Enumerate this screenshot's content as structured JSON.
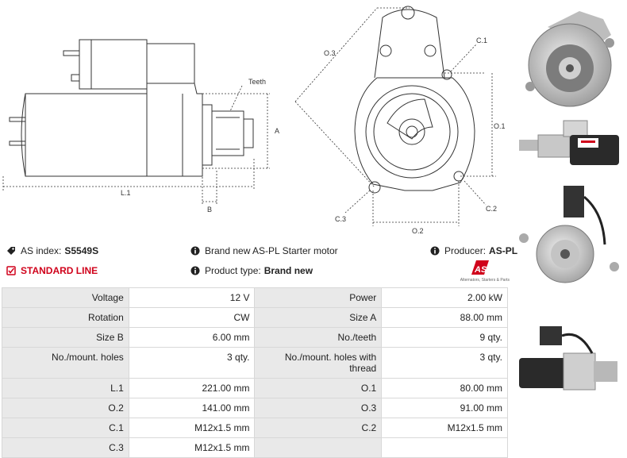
{
  "drawing": {
    "labels": {
      "teeth": "Teeth",
      "a": "A",
      "l1": "L.1",
      "b": "B",
      "o3": "O.3",
      "c1": "C.1",
      "o1": "O.1",
      "c2": "C.2",
      "c3": "C.3",
      "o2": "O.2"
    }
  },
  "info": {
    "as_index_label": "AS index:",
    "as_index_value": "S5549S",
    "standard_line": "STANDARD LINE",
    "description": "Brand new AS-PL Starter motor",
    "product_type_label": "Product type:",
    "product_type_value": "Brand new",
    "producer_label": "Producer:",
    "producer_value": "AS-PL"
  },
  "logo": {
    "mark": "AS",
    "tagline": "Alternators, Starters & Parts",
    "color": "#d0021b"
  },
  "specs": [
    [
      "Voltage",
      "12 V",
      "Power",
      "2.00 kW"
    ],
    [
      "Rotation",
      "CW",
      "Size A",
      "88.00 mm"
    ],
    [
      "Size B",
      "6.00 mm",
      "No./teeth",
      "9 qty."
    ],
    [
      "No./mount. holes",
      "3 qty.",
      "No./mount. holes with thread",
      "3 qty."
    ],
    [
      "L.1",
      "221.00 mm",
      "O.1",
      "80.00 mm"
    ],
    [
      "O.2",
      "141.00 mm",
      "O.3",
      "91.00 mm"
    ],
    [
      "C.1",
      "M12x1.5 mm",
      "C.2",
      "M12x1.5 mm"
    ],
    [
      "C.3",
      "M12x1.5 mm",
      "",
      ""
    ]
  ]
}
